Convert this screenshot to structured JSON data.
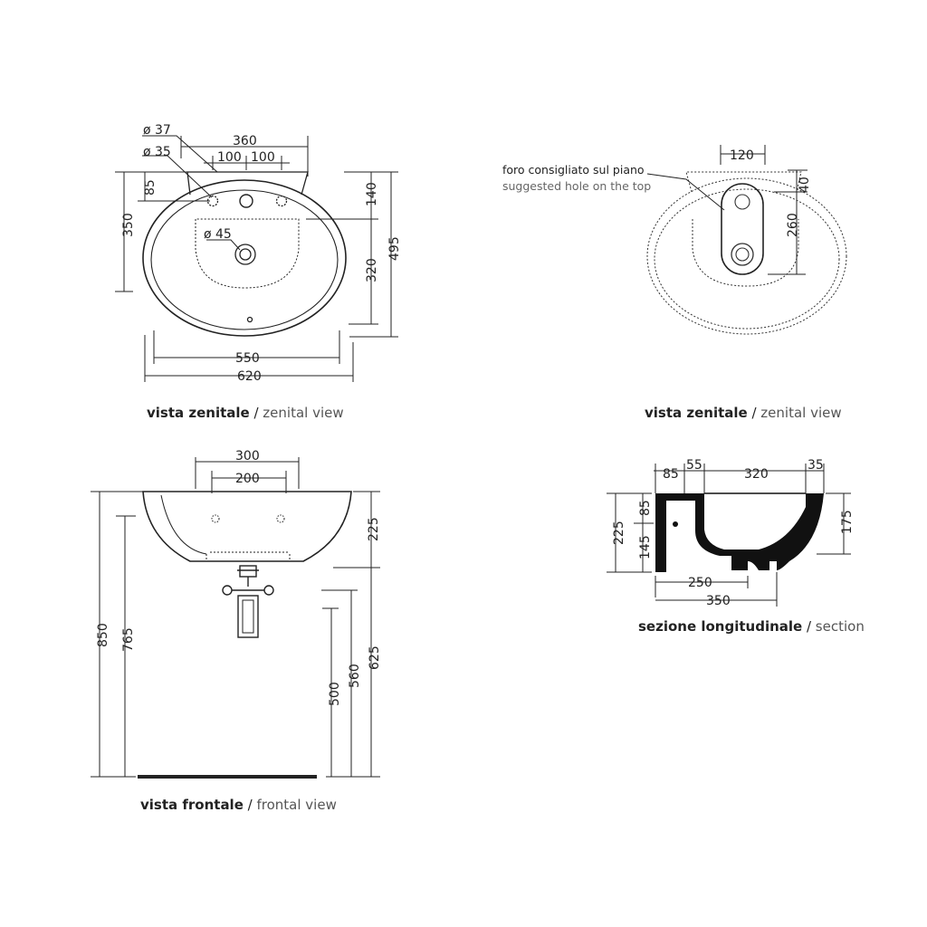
{
  "captions": {
    "top_left": {
      "it": "vista zenitale",
      "sep": " / ",
      "en": "zenital view"
    },
    "top_right": {
      "it": "vista zenitale",
      "sep": " / ",
      "en": "zenital view"
    },
    "bottom_left": {
      "it": "vista frontale",
      "sep": " / ",
      "en": "frontal view"
    },
    "bottom_right": {
      "it": "sezione longitudinale",
      "sep": " / ",
      "en": "section"
    }
  },
  "top_left_dims": {
    "d37": "ø 37",
    "d35": "ø 35",
    "d45": "ø 45",
    "w360": "360",
    "s100a": "100",
    "s100b": "100",
    "h85": "85",
    "h350": "350",
    "h140": "140",
    "h320": "320",
    "h495": "495",
    "w550": "550",
    "w620": "620"
  },
  "top_right": {
    "note_it": "foro consigliato sul piano",
    "note_en": "suggested hole on the top",
    "w120": "120",
    "h40": "40",
    "h260": "260"
  },
  "bottom_left_dims": {
    "w300": "300",
    "w200": "200",
    "h225": "225",
    "h850": "850",
    "h765": "765",
    "h625": "625",
    "h560": "560",
    "h500": "500"
  },
  "bottom_right_dims": {
    "w85": "85",
    "w55": "55",
    "w320": "320",
    "w35": "35",
    "h225": "225",
    "h85": "85",
    "h145": "145",
    "h175": "175",
    "w250": "250",
    "w350": "350"
  }
}
